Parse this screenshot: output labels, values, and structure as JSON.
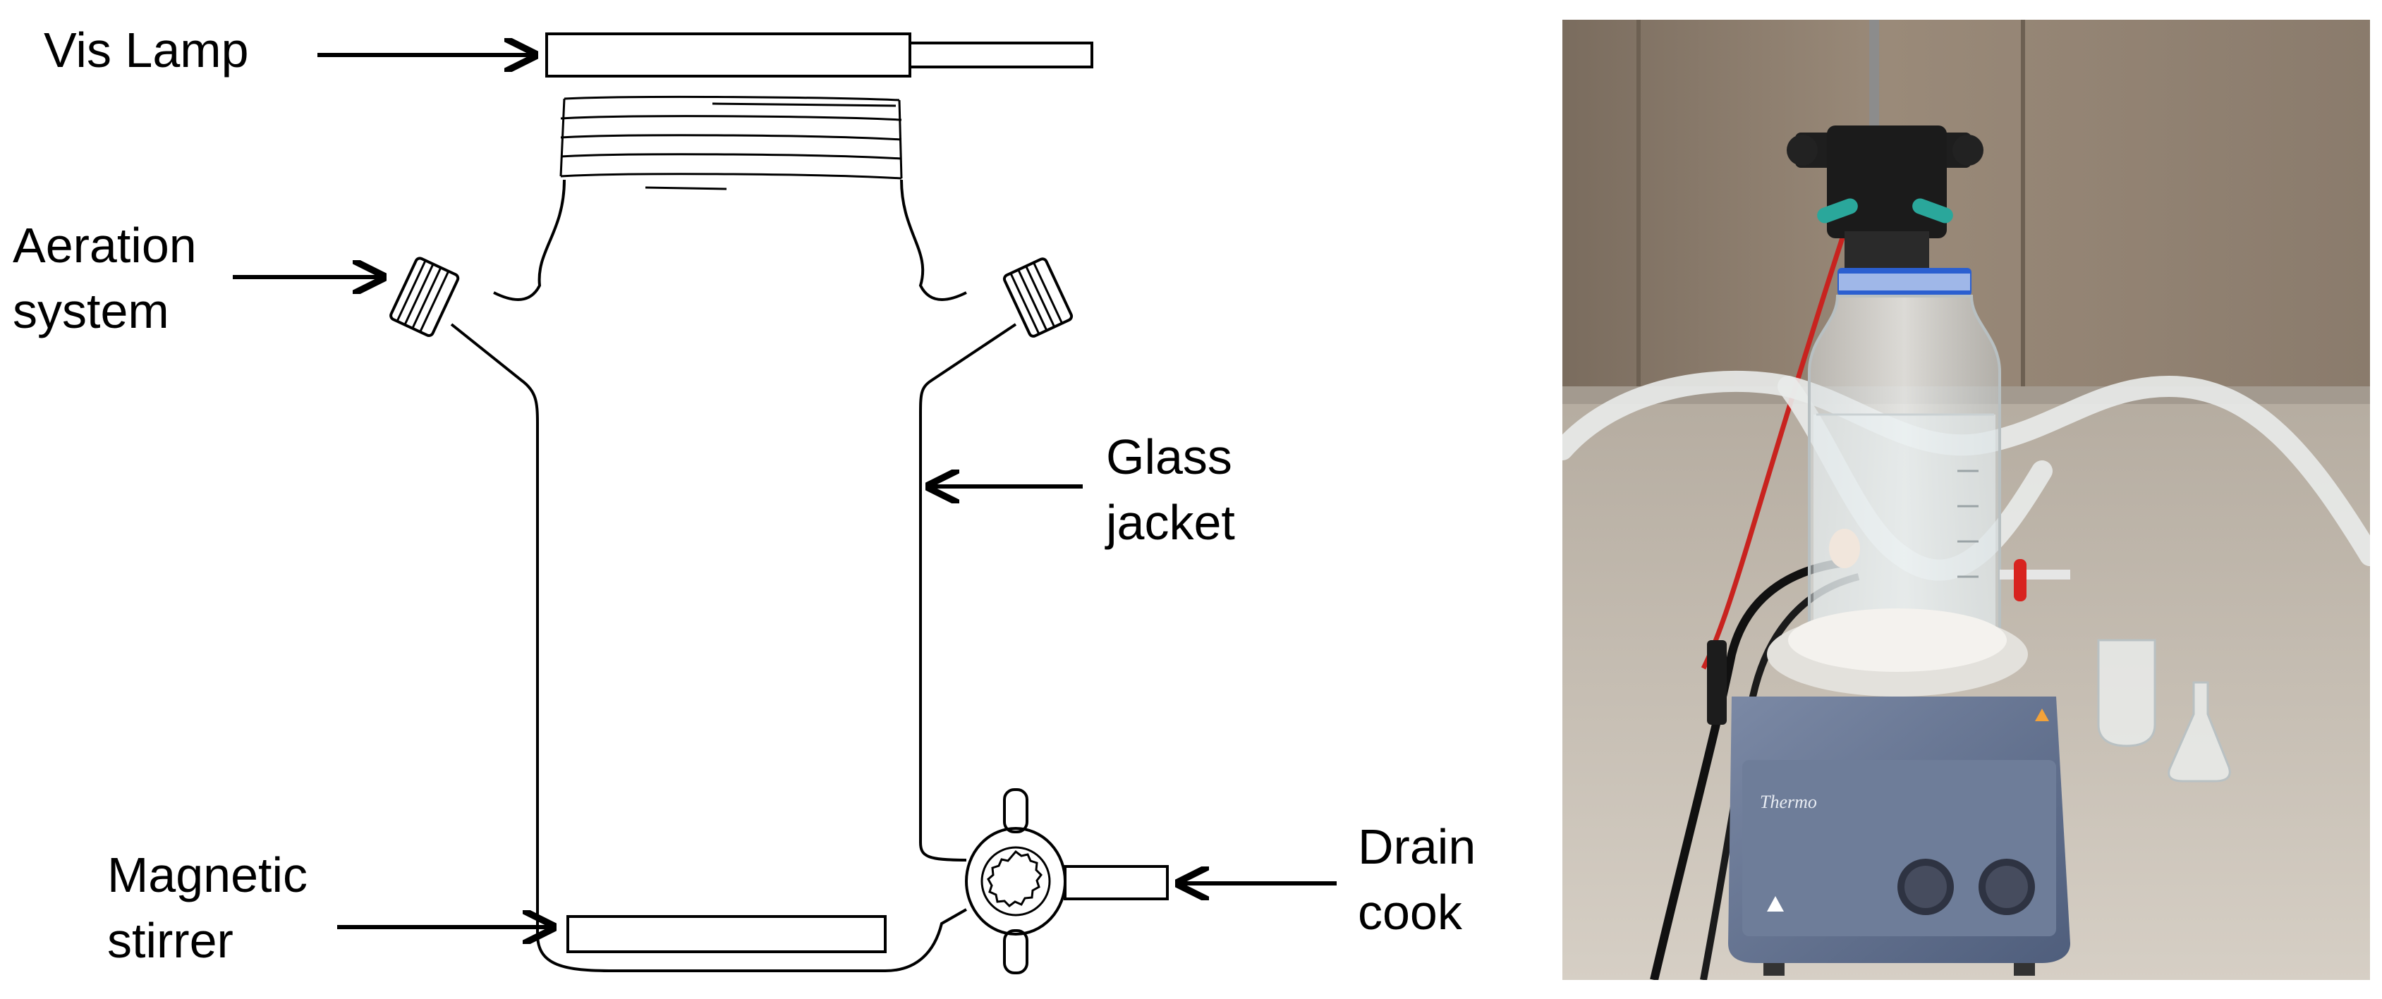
{
  "labels": {
    "vis_lamp": "Vis Lamp",
    "aeration_1": "Aeration",
    "aeration_2": "system",
    "glass_1": "Glass",
    "glass_2": "jacket",
    "magnetic_1": "Magnetic",
    "magnetic_2": "stirrer",
    "drain_1": "Drain",
    "drain_2": "cook"
  },
  "photo": {
    "stirrer_brand": "Thermo",
    "colors": {
      "wall": "#8a7b6c",
      "counter": "#c9c0b4",
      "stirrer_plate": "#5f6f8e",
      "lamp_body": "#1b1b1b",
      "clamp_teal": "#2aa79b",
      "blue_band": "#2b5fd0",
      "cable_red": "#c8231f"
    }
  }
}
